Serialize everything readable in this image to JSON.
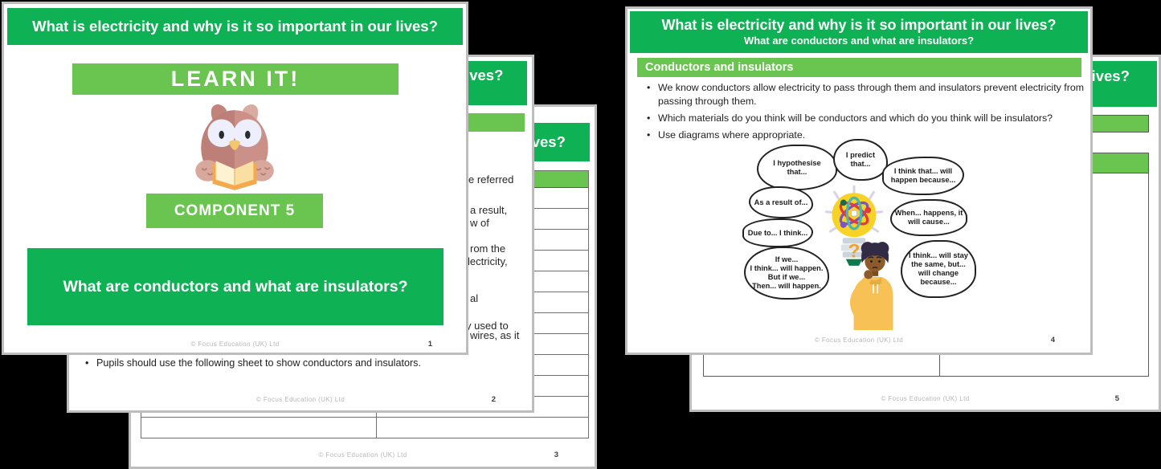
{
  "colors": {
    "dark_green": "#0EB153",
    "light_green": "#69C54F",
    "slide_border": "#BDBDBD",
    "table_line": "#6E6E6E",
    "body_text": "#262626",
    "footer_text_color": "#B7B7B7",
    "bulb_yellow": "#F8D226",
    "hoodie_yellow": "#F7C155"
  },
  "footer_text": "© Focus Education (UK) Ltd",
  "title_line": "What is electricity and why is it so important in our lives?",
  "subtitle_line": "What are conductors and what are insulators?",
  "icons": {
    "slide1_owl": "owl-reading-book-icon",
    "slide4_bulb": "lightbulb-atom-icon",
    "slide4_person": "thinking-person-icon"
  },
  "slide1": {
    "page": "1",
    "learn_banner": "LEARN IT!",
    "component_banner": "COMPONENT 5"
  },
  "slide2": {
    "page": "2",
    "bullet": "Pupils should use the following sheet to show conductors and insulators.",
    "fragments": [
      "e referred",
      "a result,",
      "w of",
      "rom the",
      "lectricity,",
      "al",
      "y used to",
      "wires, as it"
    ]
  },
  "slide3": {
    "page": "3",
    "table": {
      "columns": 2,
      "rows": 12,
      "header_filled": true
    }
  },
  "slide4": {
    "page": "4",
    "section_banner": "Conductors and insulators",
    "bullets": [
      "We know conductors allow electricity to pass through them and insulators prevent electricity from passing through them.",
      "Which materials do you think will be conductors and which do you think will be insulators?",
      "Use diagrams where appropriate."
    ],
    "bubbles": [
      "I hypothesise\nthat...",
      "I predict\nthat...",
      "I think that... will\nhappen because...",
      "As a result of...",
      "When... happens, it\nwill cause...",
      "Due to... I think...",
      "If we...\nI think... will happen.\nBut if we...\nThen... will happen.",
      "I think... will stay\nthe same, but...\nwill change\nbecause..."
    ],
    "bulb_question_mark": "?"
  },
  "slide5": {
    "page": "5",
    "table": {
      "columns": 2,
      "rows": 1,
      "header_filled": true
    }
  }
}
